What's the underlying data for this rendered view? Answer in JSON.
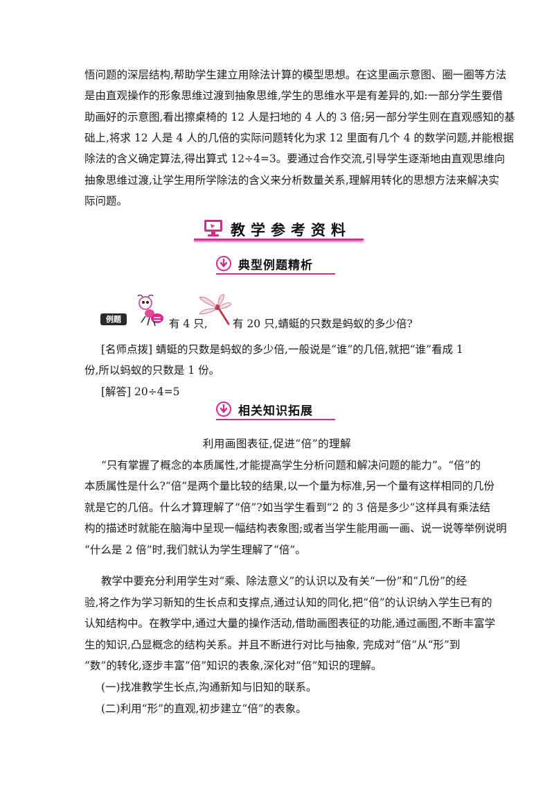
{
  "intro": {
    "lines": [
      "悟问题的深层结构,帮助学生建立用除法计算的模型思想。在这里画示意图、圈一圈等方法",
      "是由直观操作的形象思维过渡到抽象思维,学生的思维水平是有差异的,如:一部分学生要借",
      "助画好的示意图,看出擦桌椅的 12 人是扫地的 4 人的 3 倍;另一部分学生则在直观感知的基",
      "础上,将求 12 人是 4 人的几倍的实际问题转化为求 12 里面有几个 4 的数学问题,并能根据",
      "除法的含义确定算法,得出算式 12÷4=3。要通过合作交流,引导学生逐渐地由直观思维向",
      "抽象思维过渡,让学生用所学除法的含义来分析数量关系,理解用转化的思想方法来解决实",
      "际问题。"
    ]
  },
  "section_title": "教学参考资料",
  "sub1_title": "典型例题精析",
  "example": {
    "badge": "例题",
    "text_a": "有 4 只,",
    "text_b": "有 20 只,蜻蜓的只数是蚂蚁的多少倍?",
    "tip_line1": "[名师点拨]   蜻蜓的只数是蚂蚁的多少倍,一般说是“谁”的几倍,就把“谁”看成 1",
    "tip_line2": "份,所以蚂蚁的只数是 1 份。",
    "answer": "[解答]   20÷4=5"
  },
  "sub2_title": "相关知识拓展",
  "article": {
    "title": "利用画图表征,促进“倍”的理解",
    "p1": [
      "“只有掌握了概念的本质属性,才能提高学生分析问题和解决问题的能力”。“倍”的",
      "本质属性是什么?“倍”是两个量比较的结果,以一个量为标准,另一个量有这样相同的几份",
      "就是它的几倍。什么才算理解了“倍”?如当学生看到“2 的 3 倍是多少”这样具有乘法结",
      "构的描述时就能在脑海中呈现一幅结构表象图;或者当学生能用画一画、说一说等举例说明",
      "“什么是 2 倍”时,我们就认为学生理解了“倍”。"
    ],
    "p2": [
      "教学中要充分利用学生对“乘、除法意义”的认识以及有关“一份”和“几份”的经",
      "验,将之作为学习新知的生长点和支撑点,通过认知的同化,把“倍”的认识纳入学生已有的",
      "认知结构中。在教学中,通过大量的操作活动,借助画图表征的功能,通过画图,不断丰富学",
      "生的知识,凸显概念的结构关系。并且不断进行对比与抽象, 完成对“倍”从“形”到",
      "“数”的转化,逐步丰富“倍”知识的表象,深化对“倍”知识的理解。"
    ],
    "item1": "(一)找准教学生长点,沟通新知与旧知的联系。",
    "item2": "(二)利用“形”的直观,初步建立“倍”的表象。"
  },
  "icons": {
    "banner_icon": "computer-monitor-icon",
    "sub_icon": "down-arrow-circle-icon",
    "ant": "ant-illustration",
    "dragonfly": "dragonfly-illustration"
  },
  "colors": {
    "accent": "#d6298a",
    "text": "#1a1a1a",
    "badge": "#2a2a2a"
  }
}
